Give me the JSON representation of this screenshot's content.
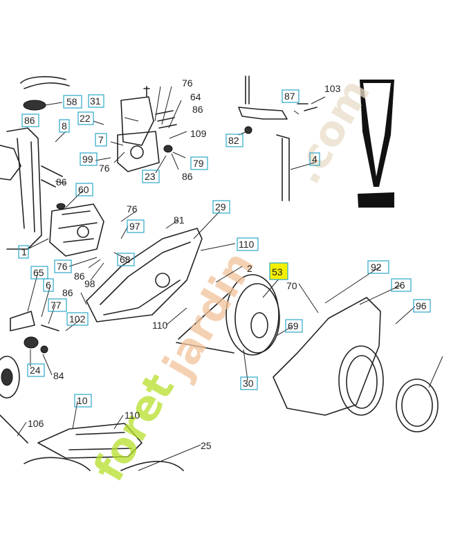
{
  "diagram": {
    "labels": [
      {
        "text": "76"
      },
      {
        "text": "64"
      },
      {
        "text": "86"
      },
      {
        "text": "109"
      },
      {
        "text": "103"
      },
      {
        "text": "58"
      },
      {
        "text": "31"
      },
      {
        "text": "22"
      },
      {
        "text": "87"
      },
      {
        "text": "86"
      },
      {
        "text": "8"
      },
      {
        "text": "7"
      },
      {
        "text": "82"
      },
      {
        "text": "99"
      },
      {
        "text": "76"
      },
      {
        "text": "79"
      },
      {
        "text": "23"
      },
      {
        "text": "86"
      },
      {
        "text": "4"
      },
      {
        "text": "86"
      },
      {
        "text": "60"
      },
      {
        "text": "76"
      },
      {
        "text": "29"
      },
      {
        "text": "81"
      },
      {
        "text": "97"
      },
      {
        "text": "1"
      },
      {
        "text": "110"
      },
      {
        "text": "76"
      },
      {
        "text": "86"
      },
      {
        "text": "68"
      },
      {
        "text": "98"
      },
      {
        "text": "65"
      },
      {
        "text": "2"
      },
      {
        "text": "53"
      },
      {
        "text": "92"
      },
      {
        "text": "70"
      },
      {
        "text": "6"
      },
      {
        "text": "26"
      },
      {
        "text": "86"
      },
      {
        "text": "77"
      },
      {
        "text": "96"
      },
      {
        "text": "102"
      },
      {
        "text": "110"
      },
      {
        "text": "69"
      },
      {
        "text": "24"
      },
      {
        "text": "84"
      },
      {
        "text": "30"
      },
      {
        "text": "10"
      },
      {
        "text": "110"
      },
      {
        "text": "106"
      },
      {
        "text": "25"
      }
    ],
    "highlight_color": "#f4f000",
    "box_color": "#2aa6c8"
  },
  "watermark": {
    "left_text": "foret",
    "mid_text": "jardin",
    "right_text": ".com",
    "green": "#b6df2a",
    "orange": "#f2c29a",
    "olive": "#e8dcc8"
  }
}
